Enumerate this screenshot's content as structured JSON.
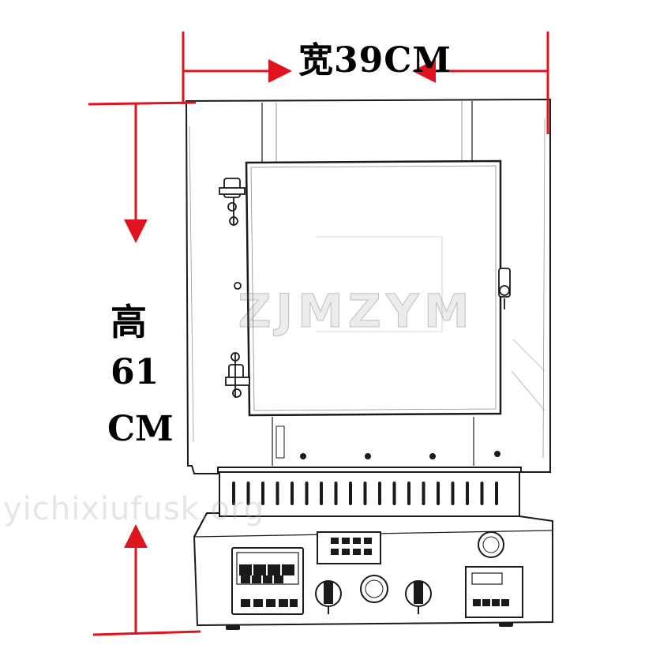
{
  "dimensions": {
    "width_label": "宽39CM",
    "height_label_char": "高",
    "height_label_value": "61",
    "height_label_unit": "CM"
  },
  "watermarks": {
    "brand": "ZJMZYM",
    "site": "yichixiufusk.org"
  },
  "colors": {
    "dimension_line": "#e0141e",
    "outline": "#1a1a1a"
  }
}
